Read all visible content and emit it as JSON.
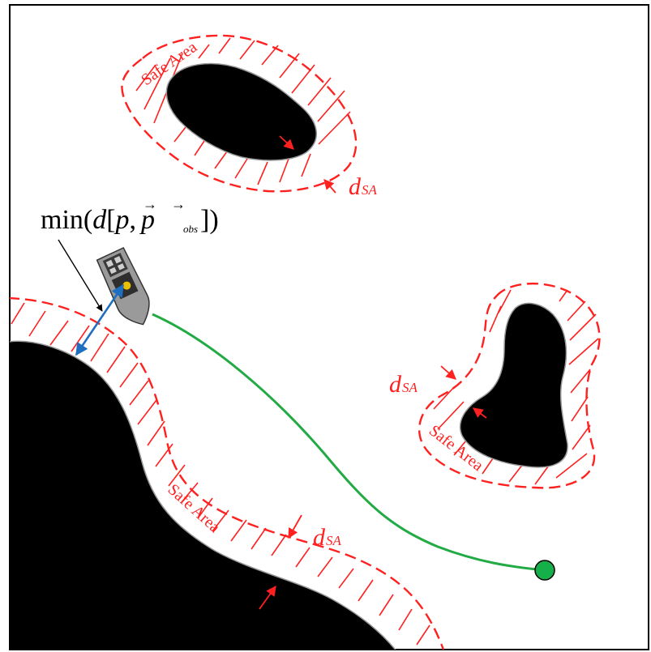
{
  "formula": {
    "min": "min(",
    "d": "d",
    "bracket_open": "[",
    "p": "p",
    "comma": ",",
    "p_obs": "p",
    "obs": "obs",
    "bracket_close": "])",
    "arrow_glyph": "→"
  },
  "labels": {
    "safe_area_top": "Safe Area",
    "safe_area_right": "Safe Area",
    "safe_area_bottom": "Safe Area",
    "dsa_d": "d",
    "dsa_sub": "SA"
  },
  "colors": {
    "obstacle": "#000000",
    "safe_area": "#ff2020",
    "path": "#22aa44",
    "goal": "#16b04a",
    "distance_arrow": "#1f6fc0",
    "pointer": "#000000"
  },
  "icons": {
    "vessel": "boat-icon",
    "goal": "goal-marker-icon"
  }
}
